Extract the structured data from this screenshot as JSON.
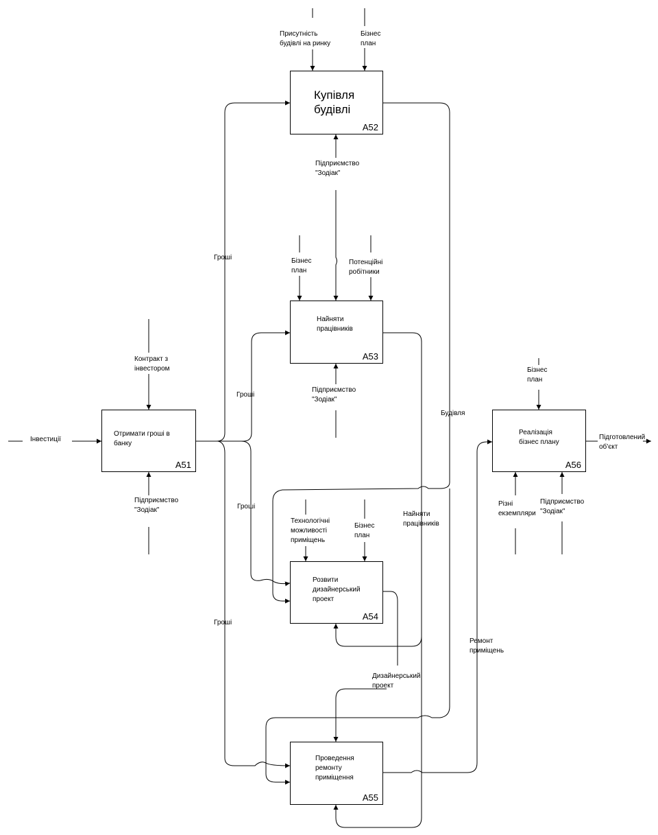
{
  "boxes": {
    "a51": {
      "title": "Отримати гроші в\nбанку",
      "id": "А51"
    },
    "a52": {
      "title": "Купівля\nбудівлі",
      "id": "А52"
    },
    "a53": {
      "title": "Найняти\nпрацівників",
      "id": "А53"
    },
    "a54": {
      "title": "Розвити\nдизайнерський\nпроект",
      "id": "А54"
    },
    "a55": {
      "title": "Проведення\nремонту\nприміщення",
      "id": "А55"
    },
    "a56": {
      "title": "Реалізація\nбізнес плану",
      "id": "А56"
    }
  },
  "arrows": {
    "investments": "Інвестиції",
    "contract": "Контракт з\nінвестором",
    "zodiak_a51": "Підприємство\n\"Зодіак\"",
    "presence": "Присутність\nбудівлі на ринку",
    "business_plan_a52": "Бізнес\nплан",
    "zodiak_a52": "Підприємство\n\"Зодіак\"",
    "money_1": "Гроші",
    "business_plan_a53": "Бізнес\nплан",
    "potential_workers": "Потенційні\nробітники",
    "zodiak_a53": "Підприємство\n\"Зодіак\"",
    "money_2": "Гроші",
    "money_3": "Гроші",
    "building": "Будівля",
    "tech": "Технологічні\nможливості\nприміщень",
    "business_plan_a54": "Бізнес\nплан",
    "hired_workers": "Найняти\nпрацівників",
    "money_4": "Гроші",
    "repair": "Ремонт\nприміщень",
    "design_project": "Дизайнерський\nпроект",
    "business_plan_a56": "Бізнес\nплан",
    "various": "Різні\nекземпляри",
    "zodiak_a56": "Підприємство\n\"Зодіак\"",
    "prepared_object": "Підготовлений\nоб'єкт"
  }
}
